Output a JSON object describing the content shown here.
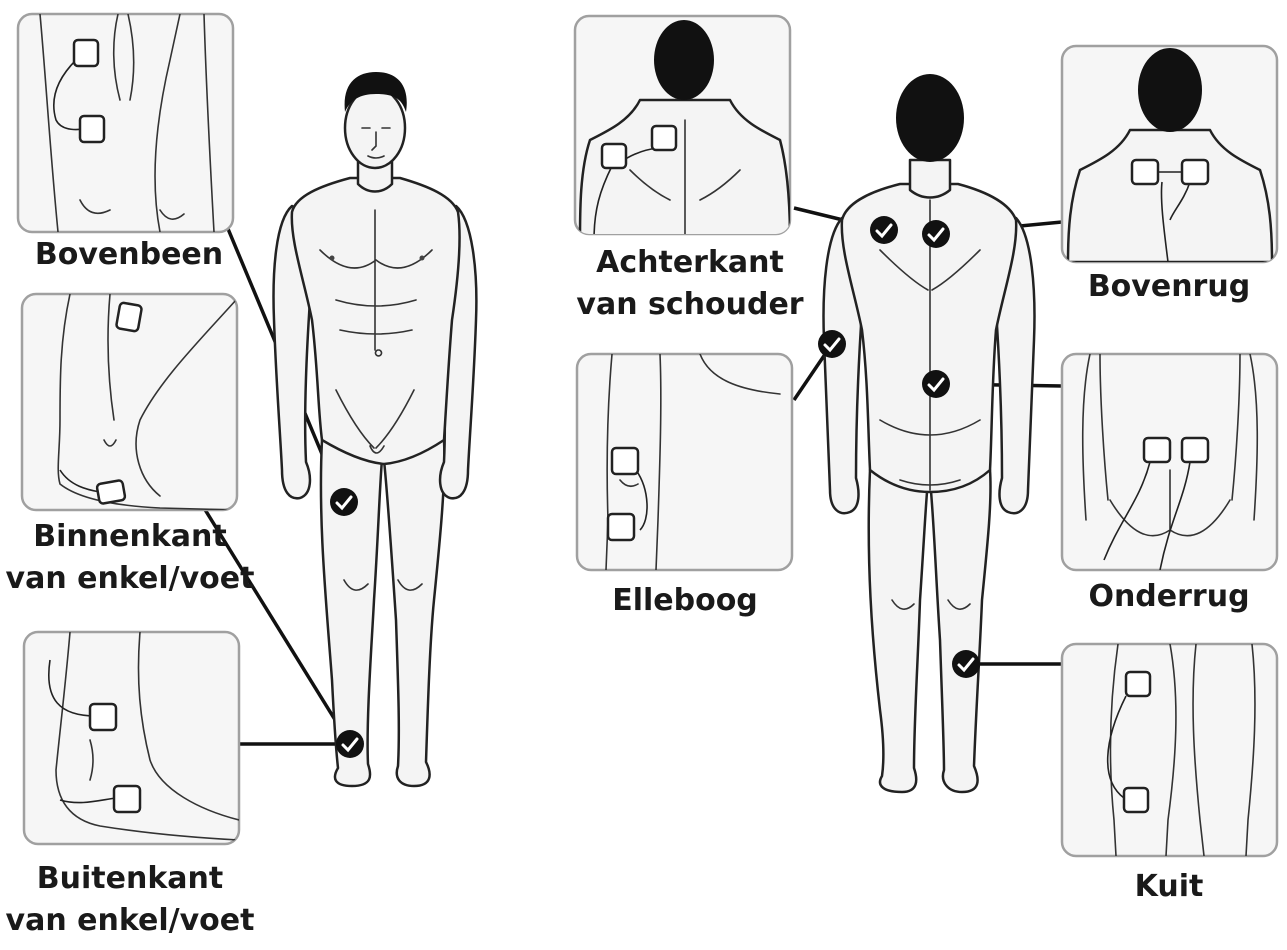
{
  "labels": {
    "bovenbeen": "Bovenbeen",
    "binnenkant_1": "Binnenkant",
    "binnenkant_2": "van enkel/voet",
    "buitenkant_1": "Buitenkant",
    "buitenkant_2": "van enkel/voet",
    "achterkant_1": "Achterkant",
    "achterkant_2": "van schouder",
    "elleboog": "Elleboog",
    "bovenrug": "Bovenrug",
    "onderrug": "Onderrug",
    "kuit": "Kuit"
  },
  "colors": {
    "line": "#111111",
    "frame": "#9a9a9a",
    "skin": "#f4f4f4",
    "hair": "#111111",
    "marker": "#111111",
    "pad": "#ffffff"
  }
}
